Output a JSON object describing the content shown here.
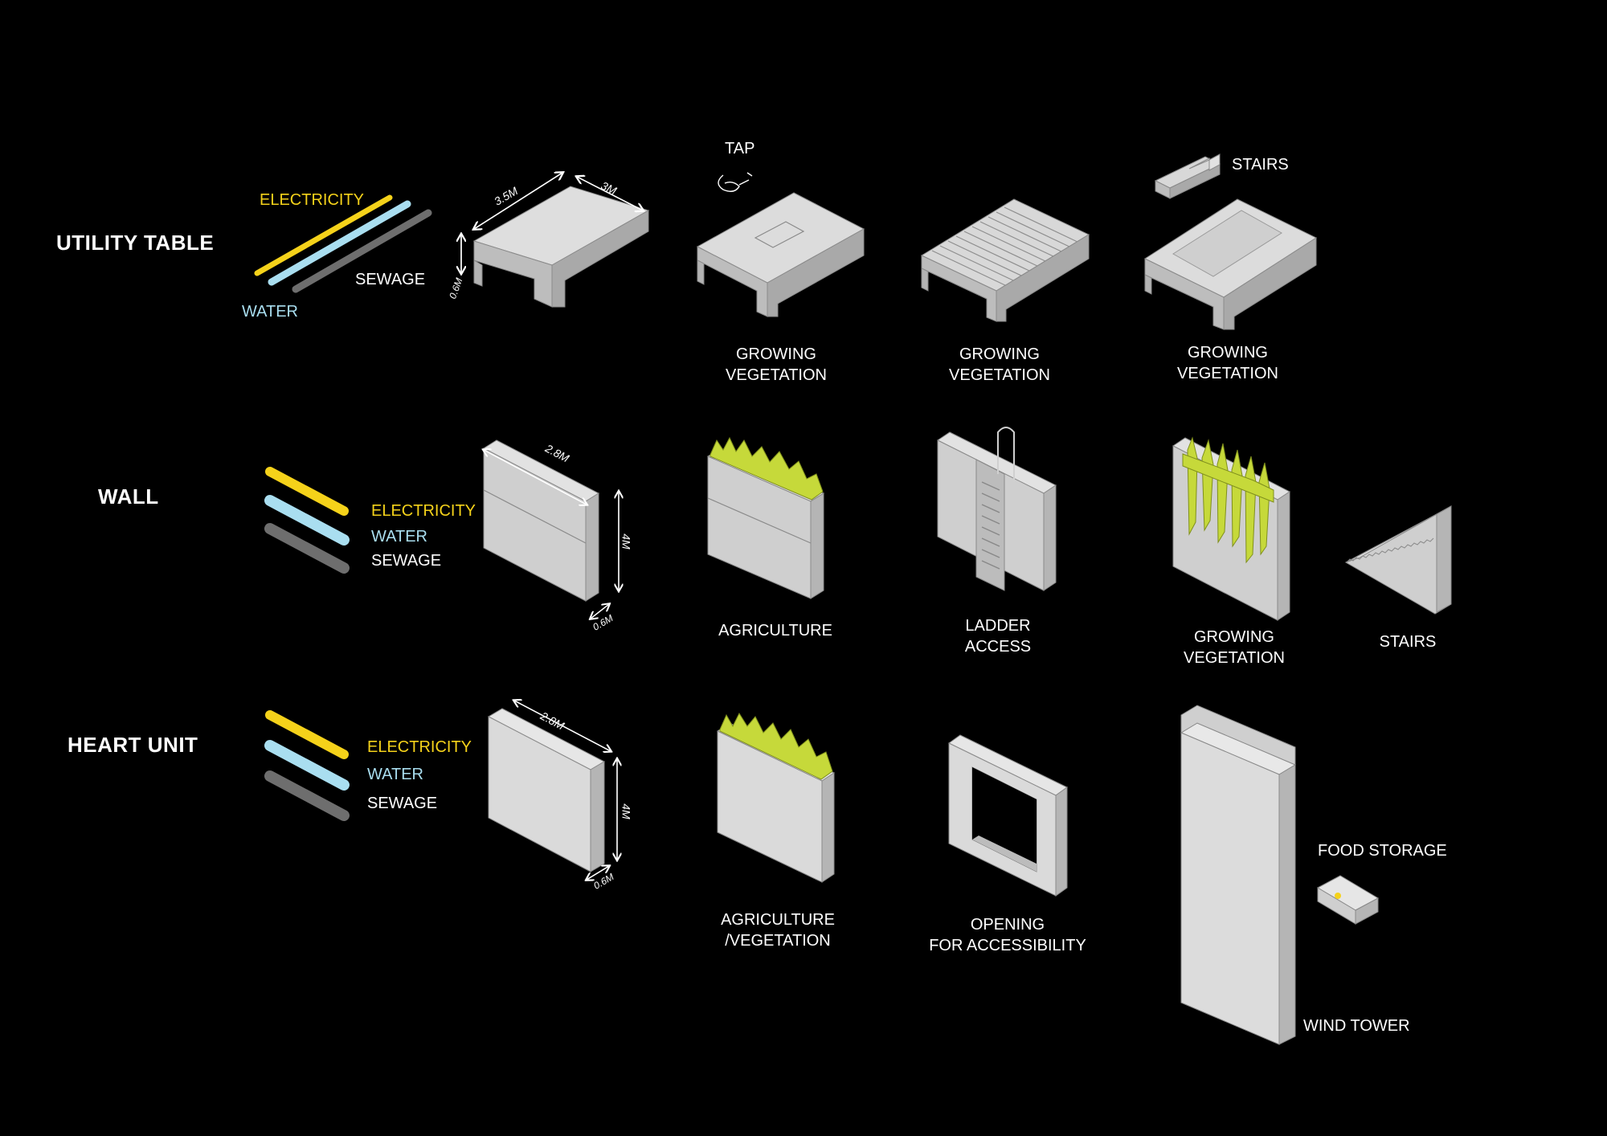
{
  "colors": {
    "background": "#000000",
    "electricity": "#f5d21a",
    "water": "#a9def0",
    "sewage": "#6e6e6e",
    "concrete": "#cfcfcf",
    "vegetation": "#c6d93a"
  },
  "rows": {
    "utility_table": {
      "title": "UTILITY TABLE",
      "utilities": {
        "electricity": "ELECTRICITY",
        "water": "WATER",
        "sewage": "SEWAGE"
      },
      "dimensions": {
        "length": "3.5M",
        "width": "3M",
        "height": "0.6M"
      },
      "extras": {
        "tap": "TAP",
        "stairs": "STAIRS"
      },
      "variants": [
        "GROWING\nVEGETATION",
        "GROWING\nVEGETATION",
        "GROWING\nVEGETATION"
      ]
    },
    "wall": {
      "title": "WALL",
      "utilities": {
        "electricity": "ELECTRICITY",
        "water": "WATER",
        "sewage": "SEWAGE"
      },
      "dimensions": {
        "length": "2.8M",
        "height": "4M",
        "depth": "0.6M"
      },
      "variants": [
        "AGRICULTURE",
        "LADDER\nACCESS",
        "GROWING\nVEGETATION",
        "STAIRS"
      ]
    },
    "heart_unit": {
      "title": "HEART UNIT",
      "utilities": {
        "electricity": "ELECTRICITY",
        "water": "WATER",
        "sewage": "SEWAGE"
      },
      "dimensions": {
        "length": "2.8M",
        "height": "4M",
        "depth": "0.6M"
      },
      "variants": [
        "AGRICULTURE\n/VEGETATION",
        "OPENING\nFOR ACCESSIBILITY"
      ],
      "extras": {
        "food_storage": "FOOD STORAGE",
        "wind_tower": "WIND TOWER"
      }
    }
  }
}
